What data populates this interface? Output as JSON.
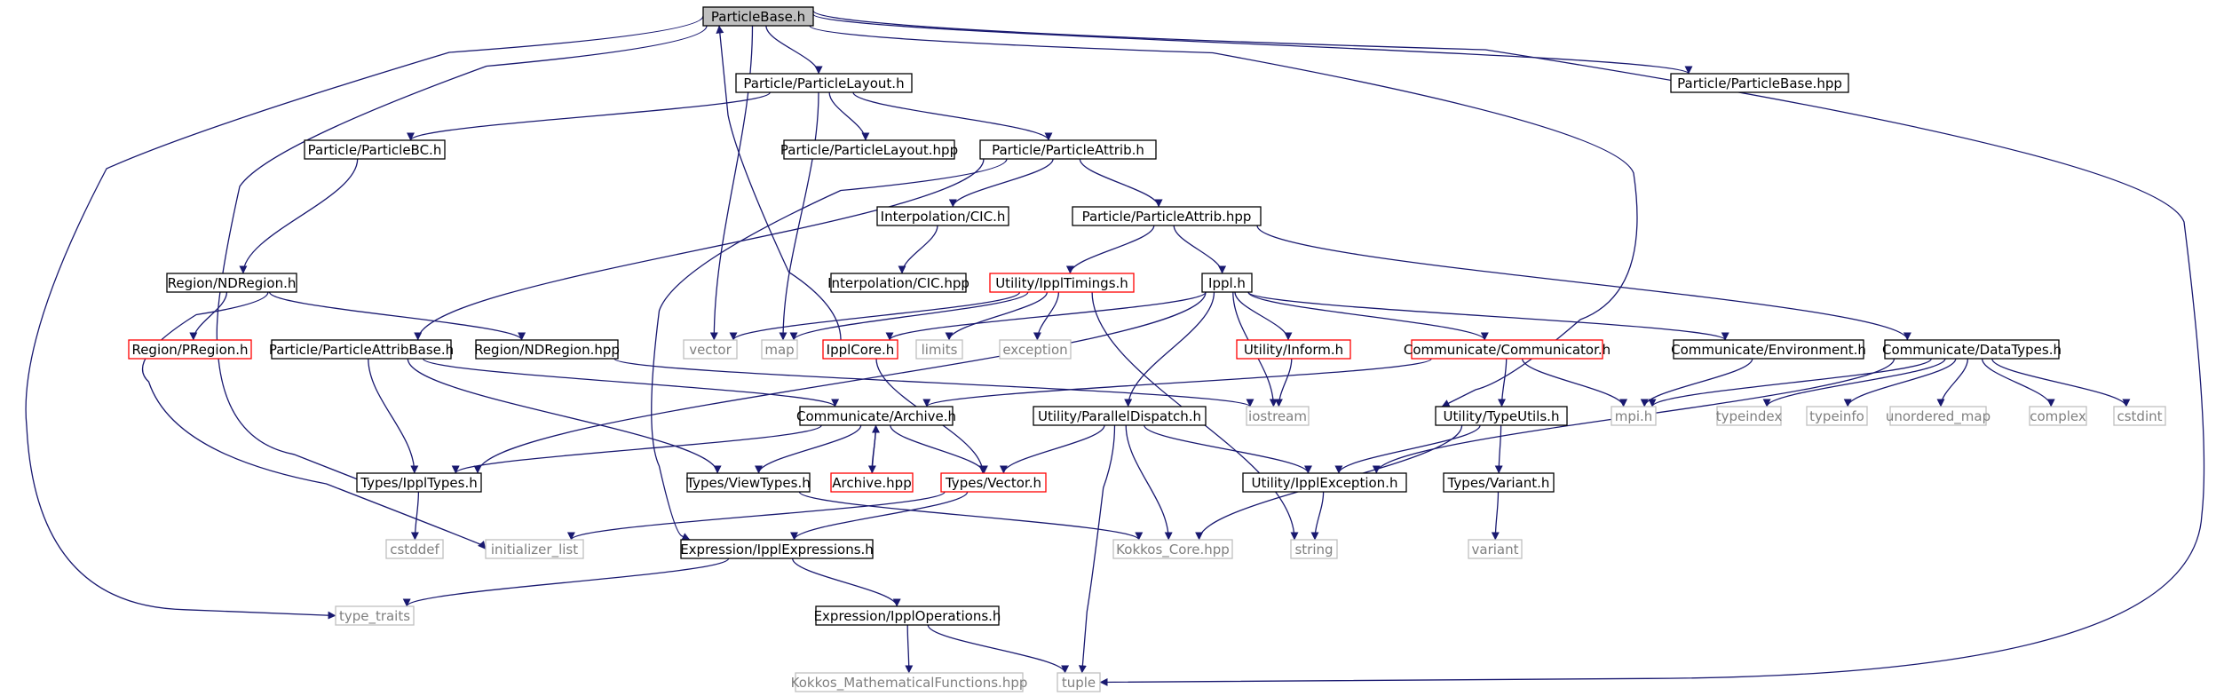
{
  "colors": {
    "edge": "#191970",
    "box_normal": "#000000",
    "box_external": "#bfbfbf",
    "box_truncated": "#ff0000",
    "root_fill": "#bfbfbf",
    "node_fill": "#ffffff",
    "text_normal": "#000000",
    "text_external": "#7f7f7f"
  },
  "nodes": [
    {
      "id": "n_particlebase_h",
      "label": "ParticleBase.h",
      "kind": "root"
    },
    {
      "id": "n_particlelayout_h",
      "label": "Particle/ParticleLayout.h",
      "kind": "normal"
    },
    {
      "id": "n_particlebase_hpp",
      "label": "Particle/ParticleBase.hpp",
      "kind": "normal"
    },
    {
      "id": "n_particlebc_h",
      "label": "Particle/ParticleBC.h",
      "kind": "normal"
    },
    {
      "id": "n_particlelayout_hpp",
      "label": "Particle/ParticleLayout.hpp",
      "kind": "normal"
    },
    {
      "id": "n_particleattrib_h",
      "label": "Particle/ParticleAttrib.h",
      "kind": "normal"
    },
    {
      "id": "n_interp_cic_h",
      "label": "Interpolation/CIC.h",
      "kind": "normal"
    },
    {
      "id": "n_particleattrib_hpp",
      "label": "Particle/ParticleAttrib.hpp",
      "kind": "normal"
    },
    {
      "id": "n_interp_cic_hpp",
      "label": "Interpolation/CIC.hpp",
      "kind": "normal"
    },
    {
      "id": "n_ndregion_h",
      "label": "Region/NDRegion.h",
      "kind": "normal"
    },
    {
      "id": "n_ippltimings_h",
      "label": "Utility/IpplTimings.h",
      "kind": "truncated"
    },
    {
      "id": "n_ippl_h",
      "label": "Ippl.h",
      "kind": "normal"
    },
    {
      "id": "n_pregion_h",
      "label": "Region/PRegion.h",
      "kind": "truncated"
    },
    {
      "id": "n_particleattribbase_h",
      "label": "Particle/ParticleAttribBase.h",
      "kind": "normal"
    },
    {
      "id": "n_ndregion_hpp",
      "label": "Region/NDRegion.hpp",
      "kind": "normal"
    },
    {
      "id": "n_vector_std",
      "label": "vector",
      "kind": "external"
    },
    {
      "id": "n_map",
      "label": "map",
      "kind": "external"
    },
    {
      "id": "n_ipplcore_h",
      "label": "IpplCore.h",
      "kind": "truncated"
    },
    {
      "id": "n_limits",
      "label": "limits",
      "kind": "external"
    },
    {
      "id": "n_exception",
      "label": "exception",
      "kind": "external"
    },
    {
      "id": "n_inform_h",
      "label": "Utility/Inform.h",
      "kind": "truncated"
    },
    {
      "id": "n_communicator_h",
      "label": "Communicate/Communicator.h",
      "kind": "truncated"
    },
    {
      "id": "n_environment_h",
      "label": "Communicate/Environment.h",
      "kind": "normal"
    },
    {
      "id": "n_datatypes_h",
      "label": "Communicate/DataTypes.h",
      "kind": "normal"
    },
    {
      "id": "n_archive_h",
      "label": "Communicate/Archive.h",
      "kind": "normal"
    },
    {
      "id": "n_iostream",
      "label": "iostream",
      "kind": "external"
    },
    {
      "id": "n_paralleldispatch_h",
      "label": "Utility/ParallelDispatch.h",
      "kind": "normal"
    },
    {
      "id": "n_typeutils_h",
      "label": "Utility/TypeUtils.h",
      "kind": "normal"
    },
    {
      "id": "n_mpi_h",
      "label": "mpi.h",
      "kind": "external"
    },
    {
      "id": "n_typeindex",
      "label": "typeindex",
      "kind": "external"
    },
    {
      "id": "n_typeinfo",
      "label": "typeinfo",
      "kind": "external"
    },
    {
      "id": "n_unordered_map",
      "label": "unordered_map",
      "kind": "external"
    },
    {
      "id": "n_complex",
      "label": "complex",
      "kind": "external"
    },
    {
      "id": "n_cstdint",
      "label": "cstdint",
      "kind": "external"
    },
    {
      "id": "n_ippltypes_h",
      "label": "Types/IpplTypes.h",
      "kind": "normal"
    },
    {
      "id": "n_viewtypes_h",
      "label": "Types/ViewTypes.h",
      "kind": "normal"
    },
    {
      "id": "n_archive_hpp",
      "label": "Archive.hpp",
      "kind": "truncated"
    },
    {
      "id": "n_types_vector_h",
      "label": "Types/Vector.h",
      "kind": "truncated"
    },
    {
      "id": "n_ipplexception_h",
      "label": "Utility/IpplException.h",
      "kind": "normal"
    },
    {
      "id": "n_variant_h",
      "label": "Types/Variant.h",
      "kind": "normal"
    },
    {
      "id": "n_cstddef",
      "label": "cstddef",
      "kind": "external"
    },
    {
      "id": "n_initializer_list",
      "label": "initializer_list",
      "kind": "external"
    },
    {
      "id": "n_kokkos_core",
      "label": "Kokkos_Core.hpp",
      "kind": "external"
    },
    {
      "id": "n_string",
      "label": "string",
      "kind": "external"
    },
    {
      "id": "n_variant",
      "label": "variant",
      "kind": "external"
    },
    {
      "id": "n_ipplexpressions_h",
      "label": "Expression/IpplExpressions.h",
      "kind": "normal"
    },
    {
      "id": "n_type_traits",
      "label": "type_traits",
      "kind": "external"
    },
    {
      "id": "n_ipploperations_h",
      "label": "Expression/IpplOperations.h",
      "kind": "normal"
    },
    {
      "id": "n_kokkos_math",
      "label": "Kokkos_MathematicalFunctions.hpp",
      "kind": "external"
    },
    {
      "id": "n_tuple",
      "label": "tuple",
      "kind": "external"
    }
  ],
  "edges": [
    [
      "n_particlebase_h",
      "n_particlelayout_h"
    ],
    [
      "n_particlebase_h",
      "n_particlebase_hpp"
    ],
    [
      "n_particlebase_h",
      "n_vector_std"
    ],
    [
      "n_particlebase_h",
      "n_typeutils_h"
    ],
    [
      "n_particlebase_h",
      "n_ippltypes_h"
    ],
    [
      "n_particlebase_h",
      "n_type_traits"
    ],
    [
      "n_particlebase_h",
      "n_tuple"
    ],
    [
      "n_particlelayout_h",
      "n_particlebc_h"
    ],
    [
      "n_particlelayout_h",
      "n_particlelayout_hpp"
    ],
    [
      "n_particlelayout_h",
      "n_particleattrib_h"
    ],
    [
      "n_particlelayout_h",
      "n_map"
    ],
    [
      "n_particlebc_h",
      "n_ndregion_h"
    ],
    [
      "n_particleattrib_h",
      "n_particleattribbase_h"
    ],
    [
      "n_particleattrib_h",
      "n_interp_cic_h"
    ],
    [
      "n_particleattrib_h",
      "n_particleattrib_hpp"
    ],
    [
      "n_particleattrib_h",
      "n_ipplexpressions_h"
    ],
    [
      "n_interp_cic_h",
      "n_interp_cic_hpp"
    ],
    [
      "n_particleattrib_hpp",
      "n_ippltimings_h"
    ],
    [
      "n_particleattrib_hpp",
      "n_ippl_h"
    ],
    [
      "n_particleattrib_hpp",
      "n_datatypes_h"
    ],
    [
      "n_ndregion_h",
      "n_pregion_h"
    ],
    [
      "n_ndregion_h",
      "n_ndregion_hpp"
    ],
    [
      "n_ndregion_h",
      "n_initializer_list"
    ],
    [
      "n_ndregion_hpp",
      "n_iostream"
    ],
    [
      "n_ippltimings_h",
      "n_vector_std"
    ],
    [
      "n_ippltimings_h",
      "n_map"
    ],
    [
      "n_ippltimings_h",
      "n_limits"
    ],
    [
      "n_ippltimings_h",
      "n_exception"
    ],
    [
      "n_ippltimings_h",
      "n_string"
    ],
    [
      "n_ippl_h",
      "n_ipplcore_h"
    ],
    [
      "n_ippl_h",
      "n_inform_h"
    ],
    [
      "n_ippl_h",
      "n_communicator_h"
    ],
    [
      "n_ippl_h",
      "n_environment_h"
    ],
    [
      "n_ippl_h",
      "n_iostream"
    ],
    [
      "n_ippl_h",
      "n_paralleldispatch_h"
    ],
    [
      "n_ippl_h",
      "n_ippltypes_h"
    ],
    [
      "n_ipplcore_h",
      "n_particlebase_h"
    ],
    [
      "n_ipplcore_h",
      "n_types_vector_h"
    ],
    [
      "n_inform_h",
      "n_iostream"
    ],
    [
      "n_communicator_h",
      "n_archive_h"
    ],
    [
      "n_communicator_h",
      "n_typeutils_h"
    ],
    [
      "n_communicator_h",
      "n_mpi_h"
    ],
    [
      "n_environment_h",
      "n_mpi_h"
    ],
    [
      "n_datatypes_h",
      "n_mpi_h"
    ],
    [
      "n_datatypes_h",
      "n_typeindex"
    ],
    [
      "n_datatypes_h",
      "n_typeinfo"
    ],
    [
      "n_datatypes_h",
      "n_unordered_map"
    ],
    [
      "n_datatypes_h",
      "n_complex"
    ],
    [
      "n_datatypes_h",
      "n_cstdint"
    ],
    [
      "n_datatypes_h",
      "n_ipplexception_h"
    ],
    [
      "n_particleattribbase_h",
      "n_ippltypes_h"
    ],
    [
      "n_particleattribbase_h",
      "n_viewtypes_h"
    ],
    [
      "n_particleattribbase_h",
      "n_archive_h"
    ],
    [
      "n_archive_h",
      "n_ippltypes_h"
    ],
    [
      "n_archive_h",
      "n_viewtypes_h"
    ],
    [
      "n_archive_h",
      "n_archive_hpp"
    ],
    [
      "n_archive_h",
      "n_types_vector_h"
    ],
    [
      "n_archive_hpp",
      "n_archive_h"
    ],
    [
      "n_paralleldispatch_h",
      "n_types_vector_h"
    ],
    [
      "n_paralleldispatch_h",
      "n_ipplexception_h"
    ],
    [
      "n_paralleldispatch_h",
      "n_kokkos_core"
    ],
    [
      "n_paralleldispatch_h",
      "n_tuple"
    ],
    [
      "n_typeutils_h",
      "n_ipplexception_h"
    ],
    [
      "n_typeutils_h",
      "n_variant_h"
    ],
    [
      "n_typeutils_h",
      "n_kokkos_core"
    ],
    [
      "n_ippltypes_h",
      "n_cstddef"
    ],
    [
      "n_viewtypes_h",
      "n_kokkos_core"
    ],
    [
      "n_types_vector_h",
      "n_ipplexpressions_h"
    ],
    [
      "n_types_vector_h",
      "n_initializer_list"
    ],
    [
      "n_ipplexception_h",
      "n_string"
    ],
    [
      "n_variant_h",
      "n_variant"
    ],
    [
      "n_ipplexpressions_h",
      "n_type_traits"
    ],
    [
      "n_ipplexpressions_h",
      "n_ipploperations_h"
    ],
    [
      "n_ipploperations_h",
      "n_kokkos_math"
    ],
    [
      "n_ipploperations_h",
      "n_tuple"
    ]
  ]
}
